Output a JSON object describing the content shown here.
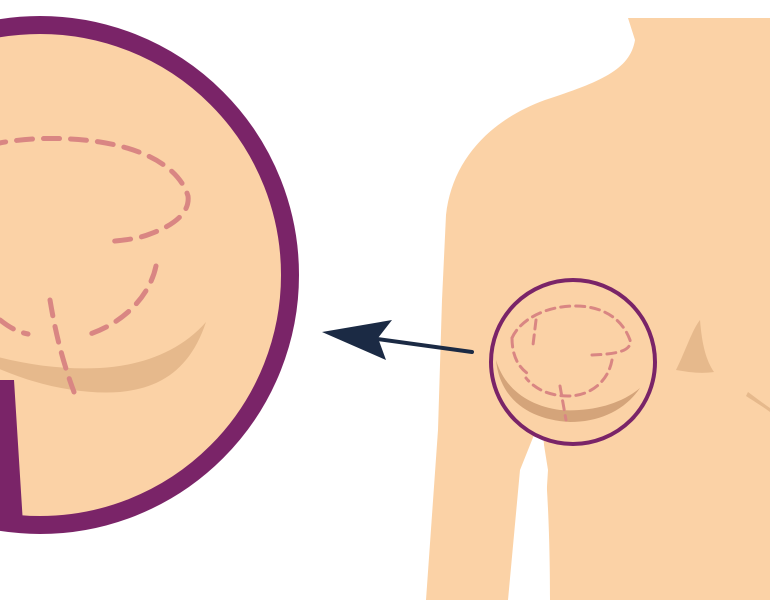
{
  "colors": {
    "background": "#ffffff",
    "skin": "#fbd2a6",
    "skin_shadow": "#e6b98c",
    "inner_shadow": "#d4a47a",
    "ring": "#7a2468",
    "incision": "#d98683",
    "arrow": "#1b2a44"
  },
  "elements": {
    "magnified_view": "magnified-breast-view",
    "torso": "torso-figure",
    "arrow": "pointer-arrow",
    "selection_ring": "selection-circle"
  }
}
